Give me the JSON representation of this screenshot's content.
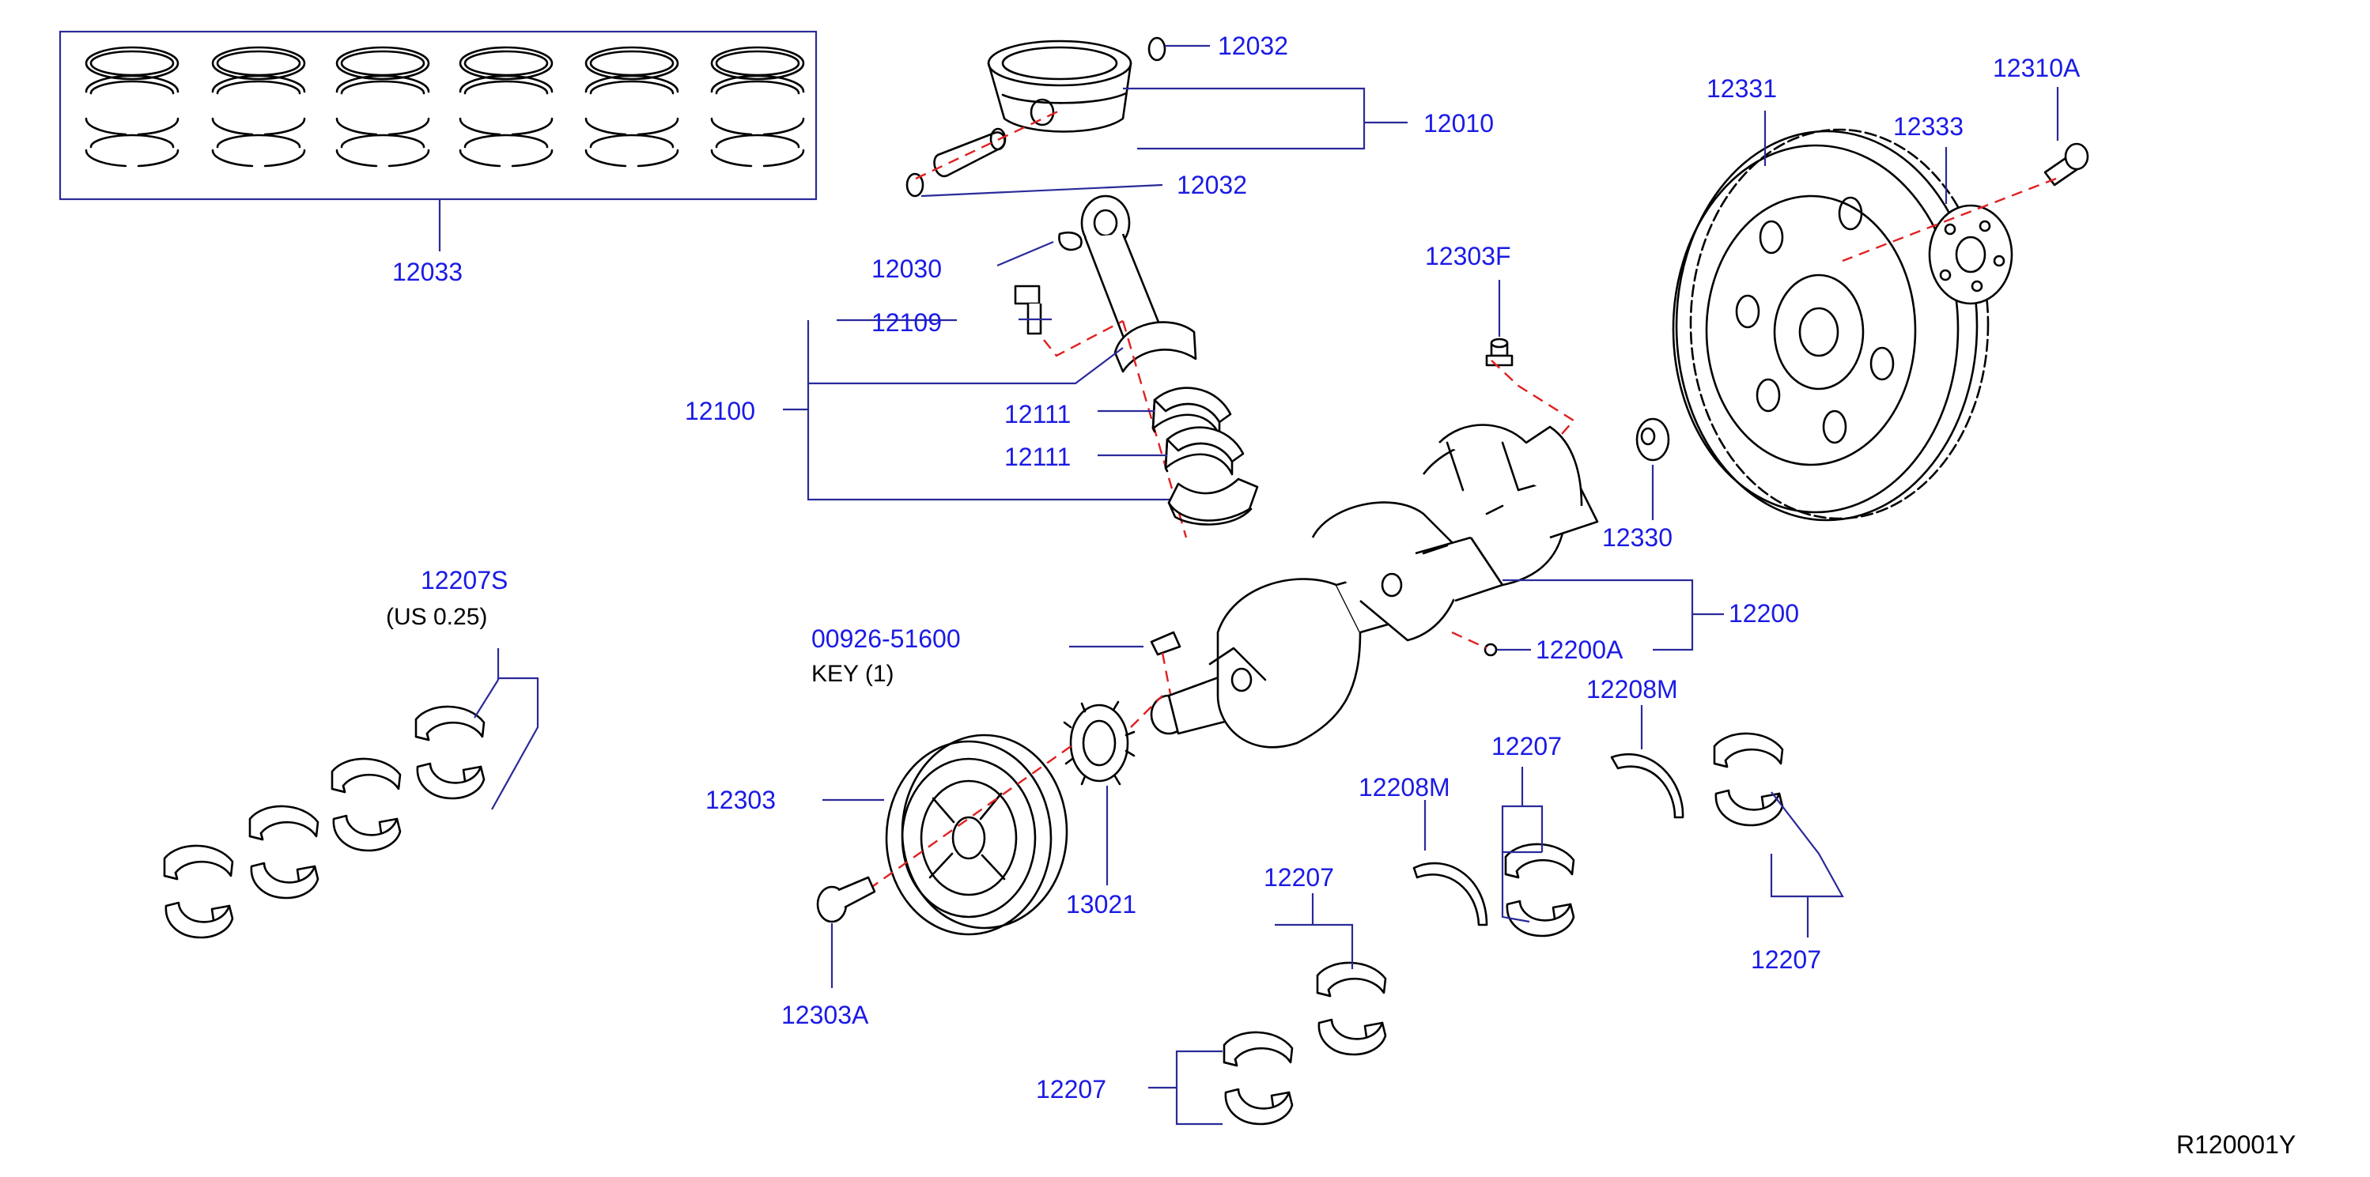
{
  "diagram": {
    "labels": {
      "p12033": "12033",
      "p12032_top": "12032",
      "p12010": "12010",
      "p12032_bottom": "12032",
      "p12030": "12030",
      "p12109": "12109",
      "p12100": "12100",
      "p12111_a": "12111",
      "p12111_b": "12111",
      "p12303F": "12303F",
      "p12331": "12331",
      "p12333": "12333",
      "p12310A": "12310A",
      "p12330": "12330",
      "p12200": "12200",
      "p12200A": "12200A",
      "p12207S": "12207S",
      "p00926": "00926-51600",
      "p12303": "12303",
      "p13021": "13021",
      "p12303A": "12303A",
      "p12208M_a": "12208M",
      "p12208M_b": "12208M",
      "p12207_a": "12207",
      "p12207_b": "12207",
      "p12207_c": "12207",
      "p12207_d": "12207"
    },
    "notes": {
      "us_size": "(US   0.25)",
      "key_note": "KEY   (1)"
    },
    "reference_code": "R120001Y"
  },
  "colors": {
    "label_blue": "#1a1ae6",
    "leader_line": "#2a2a9a",
    "hidden_line_red": "#e02020",
    "part_outline": "#000000"
  }
}
